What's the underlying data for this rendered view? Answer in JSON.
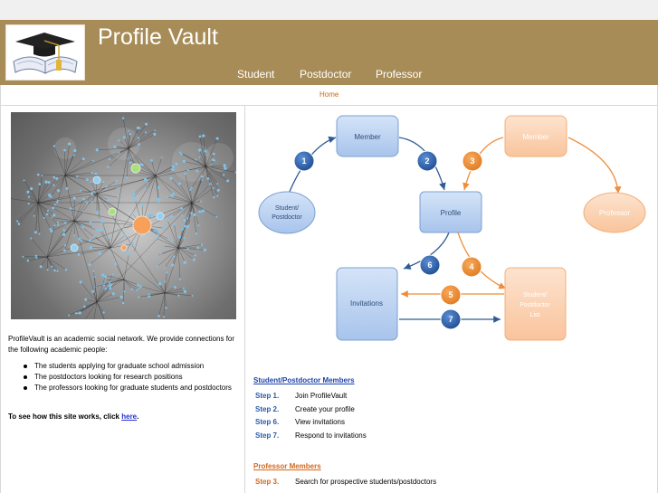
{
  "header": {
    "site_title": "Profile Vault",
    "nav": [
      "Student",
      "Postdoctor",
      "Professor"
    ]
  },
  "subnav": {
    "home": "Home"
  },
  "intro": {
    "text": "ProfileVault is an academic social network. We provide connections for the following academic people:",
    "bullets": [
      "The students applying for graduate school admission",
      "The postdoctors looking for research positions",
      "The professors looking for graduate students and postdoctors"
    ],
    "howto_prefix": "To see how this site works, click ",
    "howto_link": "here",
    "howto_suffix": "."
  },
  "diagram": {
    "labels": {
      "member_left": "Member",
      "member_right": "Member",
      "student_postdoctor": [
        "Student/",
        "Postdoctor"
      ],
      "profile": "Profile",
      "professor": "Professor",
      "invitations": "Invitations",
      "student_postdoctor_list": [
        "Student/",
        "Postdoctor",
        "List"
      ]
    },
    "numbers": [
      "1",
      "2",
      "3",
      "4",
      "5",
      "6",
      "7"
    ],
    "colors": {
      "blue": "#2f5a95",
      "orange": "#ee8d3b",
      "blue_fill": "#b9d1f1",
      "orange_fill": "#fbd3b4"
    }
  },
  "student_section": {
    "title": "Student/Postdoctor Members",
    "steps": [
      {
        "num": "Step 1.",
        "text": "Join ProfileVault"
      },
      {
        "num": "Step 2.",
        "text": "Create your profile"
      },
      {
        "num": "Step 6.",
        "text": "View invitations"
      },
      {
        "num": "Step 7.",
        "text": "Respond to invitations"
      }
    ]
  },
  "professor_section": {
    "title": "Professor Members",
    "steps": [
      {
        "num": "Step 3.",
        "text": "Search for prospective students/postdoctors"
      }
    ]
  },
  "colors": {
    "header_bg": "#a88c57",
    "link_orange": "#c46a16",
    "student_title": "#1f44a8",
    "professor_title": "#d2691e",
    "student_step": "#2b5aa8",
    "professor_step": "#d2691e"
  }
}
